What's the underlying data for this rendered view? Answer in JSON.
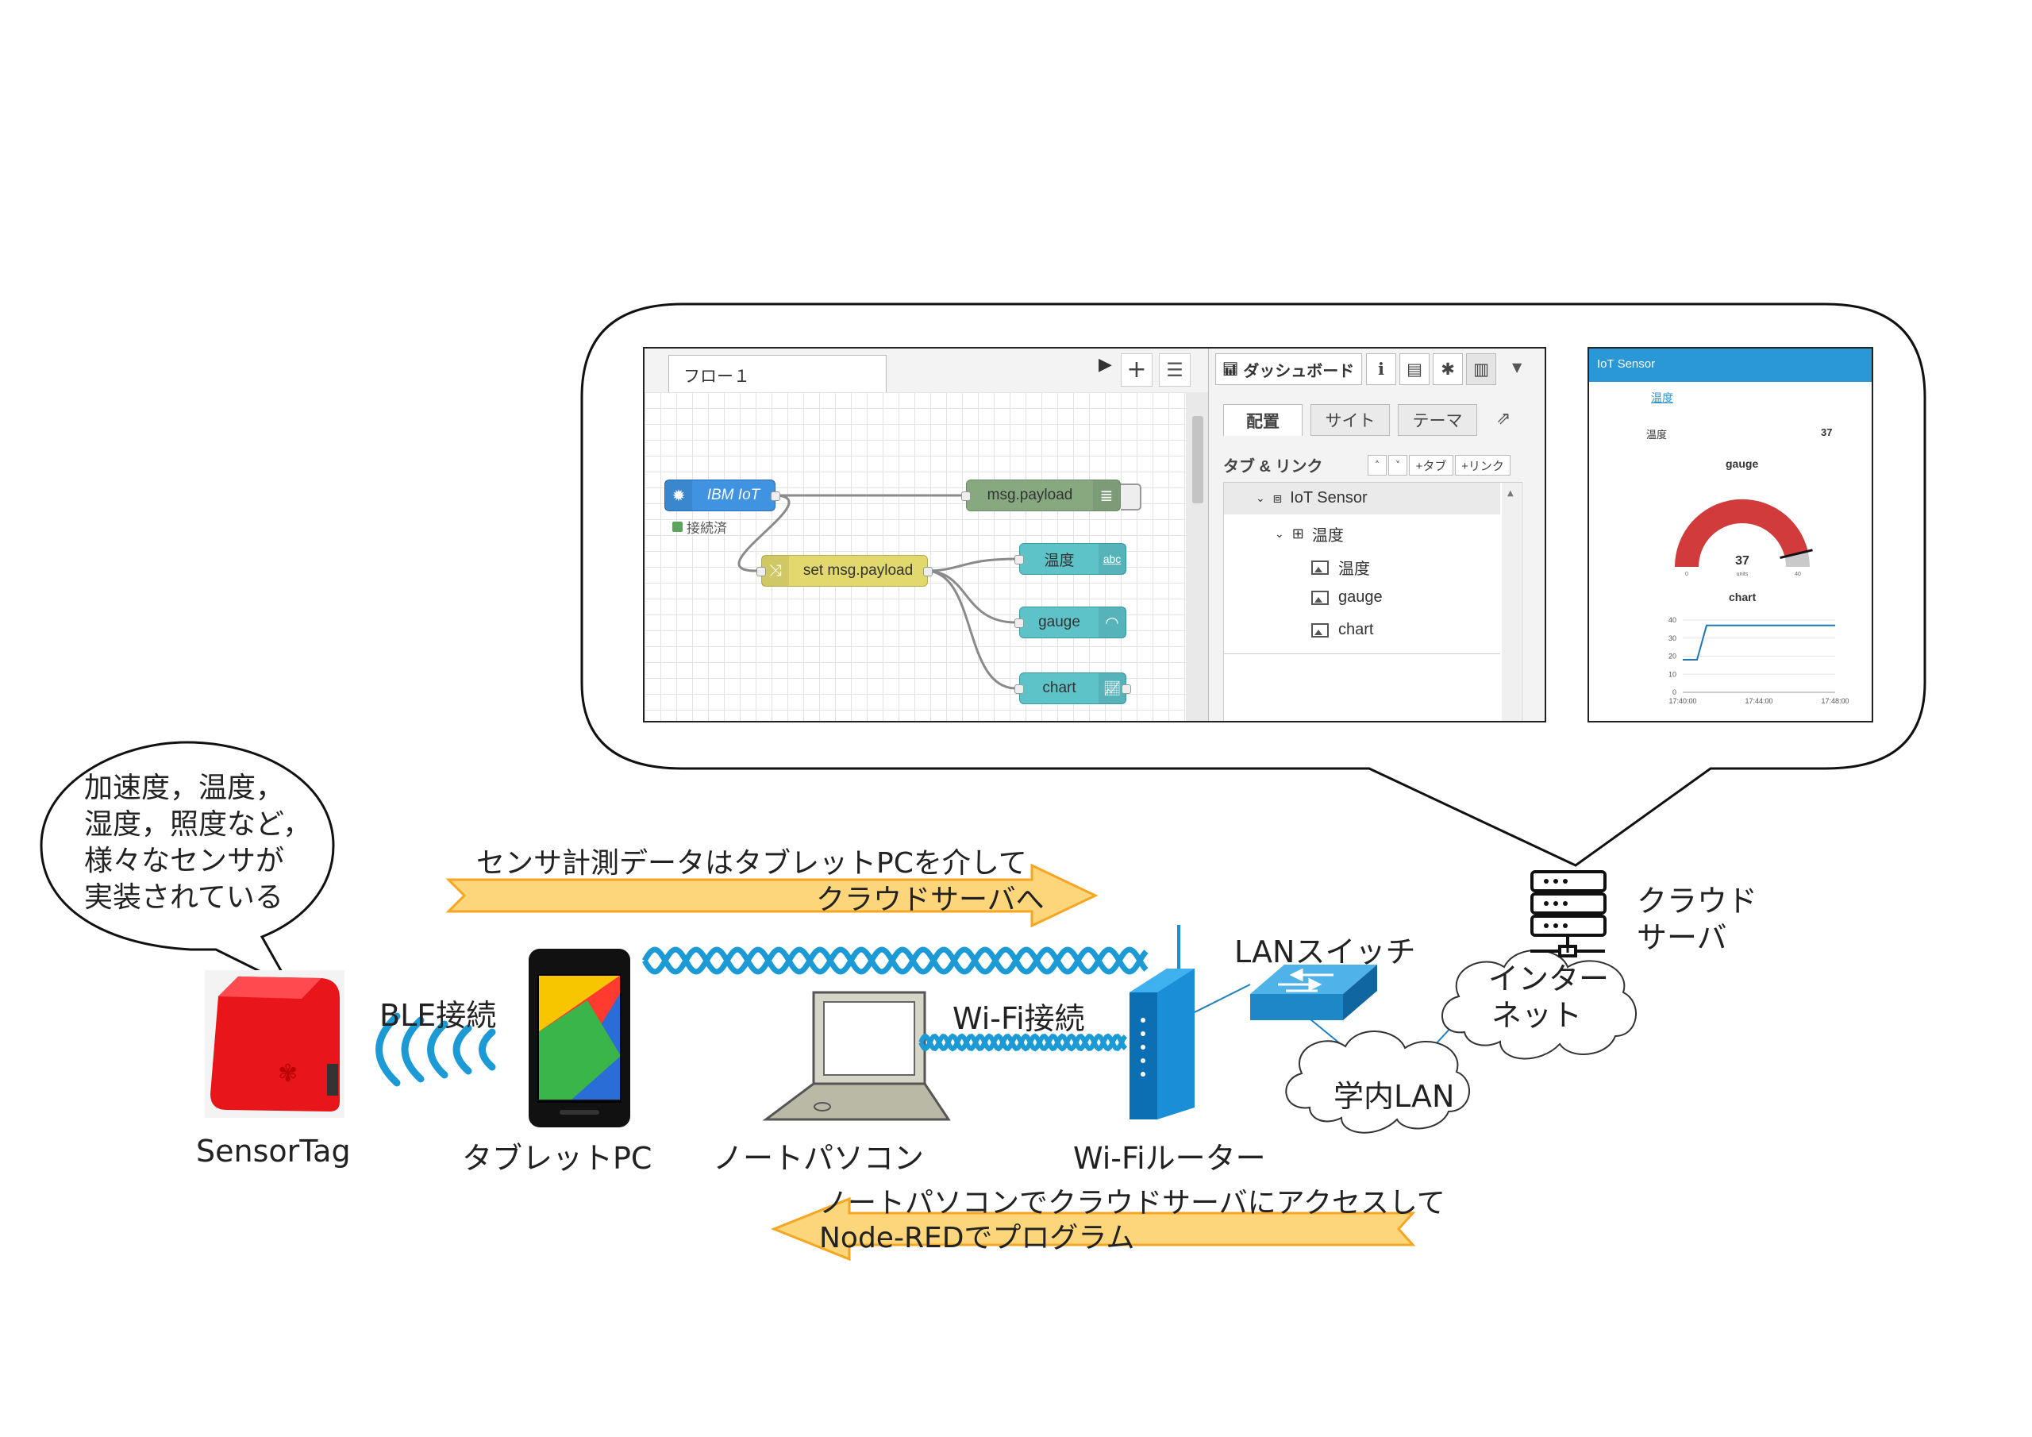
{
  "editor": {
    "flow_tab": "フロー１",
    "nodes": {
      "ibm_iot": "IBM IoT",
      "ibm_iot_status": "接続済",
      "msg_payload": "msg.payload",
      "set_msg_payload": "set msg.payload",
      "temp": "温度",
      "gauge": "gauge",
      "chart": "chart"
    },
    "text_icon": "abc",
    "dashboard_title": "ダッシュボード",
    "side_tabs": [
      "配置",
      "サイト",
      "テーマ"
    ],
    "tabs_links_header": "タブ & リンク",
    "add_tab": "+タブ",
    "add_link": "+リンク",
    "tree": [
      "IoT Sensor",
      "温度",
      "温度",
      "gauge",
      "chart"
    ]
  },
  "dashboard": {
    "header": "IoT Sensor",
    "group": "温度",
    "text_label": "温度",
    "text_value": "37",
    "gauge_title": "gauge",
    "gauge_value": 37,
    "gauge_min": "0",
    "gauge_max": "40",
    "gauge_units": "units",
    "chart_title": "chart",
    "chart_y_ticks": [
      "40",
      "30",
      "20",
      "10",
      "0"
    ],
    "chart_x_ticks": [
      "17:40:00",
      "17:44:00",
      "17:48:00"
    ]
  },
  "chart_data": {
    "type": "line",
    "x": [
      "17:40:00",
      "17:40:45",
      "17:41:15",
      "17:48:00"
    ],
    "values": [
      18,
      18,
      37,
      37
    ],
    "ylim": [
      0,
      40
    ]
  },
  "labels": {
    "bubble_line1": "加速度，温度，",
    "bubble_line2": "湿度，照度など，",
    "bubble_line3": "様々なセンサが",
    "bubble_line4": "実装されている",
    "upper_arrow_line1": "センサ計測データはタブレットPCを介して",
    "upper_arrow_line2": "クラウドサーバへ",
    "lower_arrow_line1": "ノートパソコンでクラウドサーバにアクセスして",
    "lower_arrow_line2": "Node-REDでプログラム",
    "sensortag": "SensorTag",
    "ble": "BLE接続",
    "tablet": "タブレットPC",
    "laptop": "ノートパソコン",
    "wifi": "Wi-Fi接続",
    "router": "Wi-Fiルーター",
    "lan_switch": "LANスイッチ",
    "campus_lan": "学内LAN",
    "internet_line1": "インター",
    "internet_line2": "ネット",
    "cloud_line1": "クラウド",
    "cloud_line2": "サーバ"
  },
  "colors": {
    "arrow_fill": "#fdd57a",
    "arrow_edge": "#f5a623",
    "wave": "#1b9ad6",
    "router": "#1a8fd8",
    "switch": "#1e88c7",
    "node_blue": "#3f93e0",
    "node_green": "#87a980",
    "node_yellow": "#e2d96e",
    "node_teal": "#5ec3c9",
    "gauge_red": "#d23b3b",
    "chart_line": "#1f77b4"
  }
}
